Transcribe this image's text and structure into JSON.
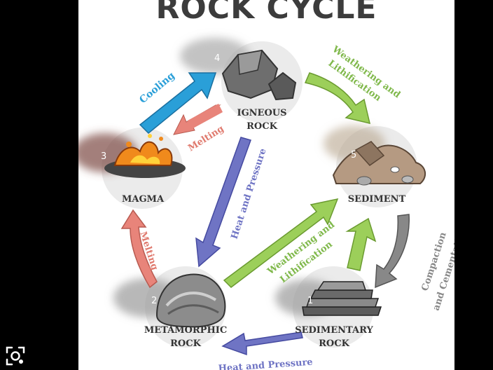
{
  "diagram": {
    "title": "ROCK CYCLE",
    "nodes": {
      "igneous": {
        "line1": "IGNEOUS",
        "line2": "ROCK",
        "marker": "4"
      },
      "magma": {
        "line1": "MAGMA",
        "marker": "3"
      },
      "sediment": {
        "line1": "SEDIMENT",
        "marker": "5"
      },
      "metamorphic": {
        "line1": "METAMORPHIC",
        "line2": "ROCK",
        "marker": "2"
      },
      "sedimentary": {
        "line1": "SEDIMENTARY",
        "line2": "ROCK",
        "marker": "1"
      }
    },
    "processes": {
      "cooling": "Cooling",
      "melting_top": "Melting",
      "weathering_top_line1": "Weathering and",
      "weathering_top_line2": "Lithification",
      "heat_pressure_center": "Heat and Pressure",
      "weathering_center_line1": "Weathering and",
      "weathering_center_line2": "Lithification",
      "compaction_line1": "Compaction",
      "compaction_line2": "and Cementation",
      "melting_left": "Melting",
      "heat_pressure_bottom": "Heat and Pressure"
    },
    "colors": {
      "cooling": "#2a9fd8",
      "melting": "#e8847a",
      "weathering": "#9ccf5a",
      "heat_pressure": "#6f74c4",
      "compaction": "#888888"
    }
  },
  "overlay": {
    "icon": "scan-lens-icon"
  }
}
